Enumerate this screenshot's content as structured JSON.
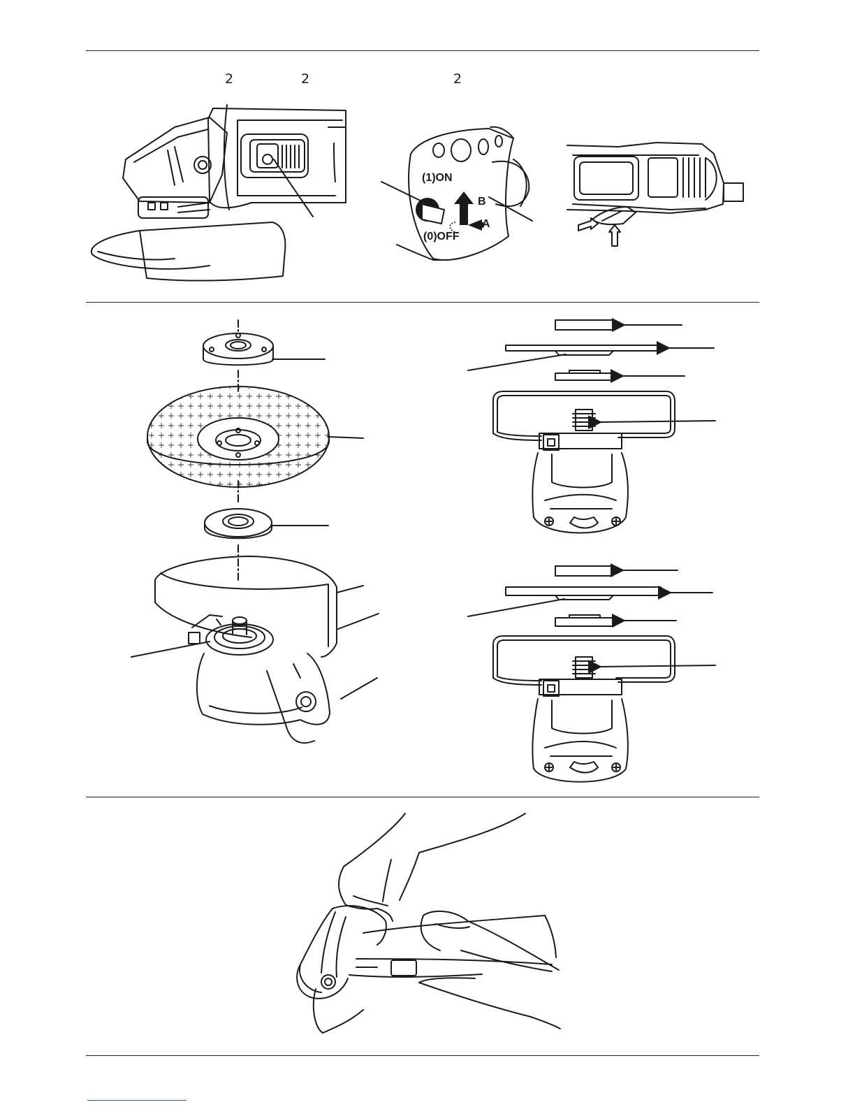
{
  "figure_numbers": [
    "2",
    "2",
    "2"
  ],
  "switch_labels": {
    "on": "(1)ON",
    "off": "(0)OFF",
    "arrow_a": "A",
    "arrow_b": "B"
  },
  "colors": {
    "line": "#1a1a1a",
    "link": "#3355aa"
  }
}
